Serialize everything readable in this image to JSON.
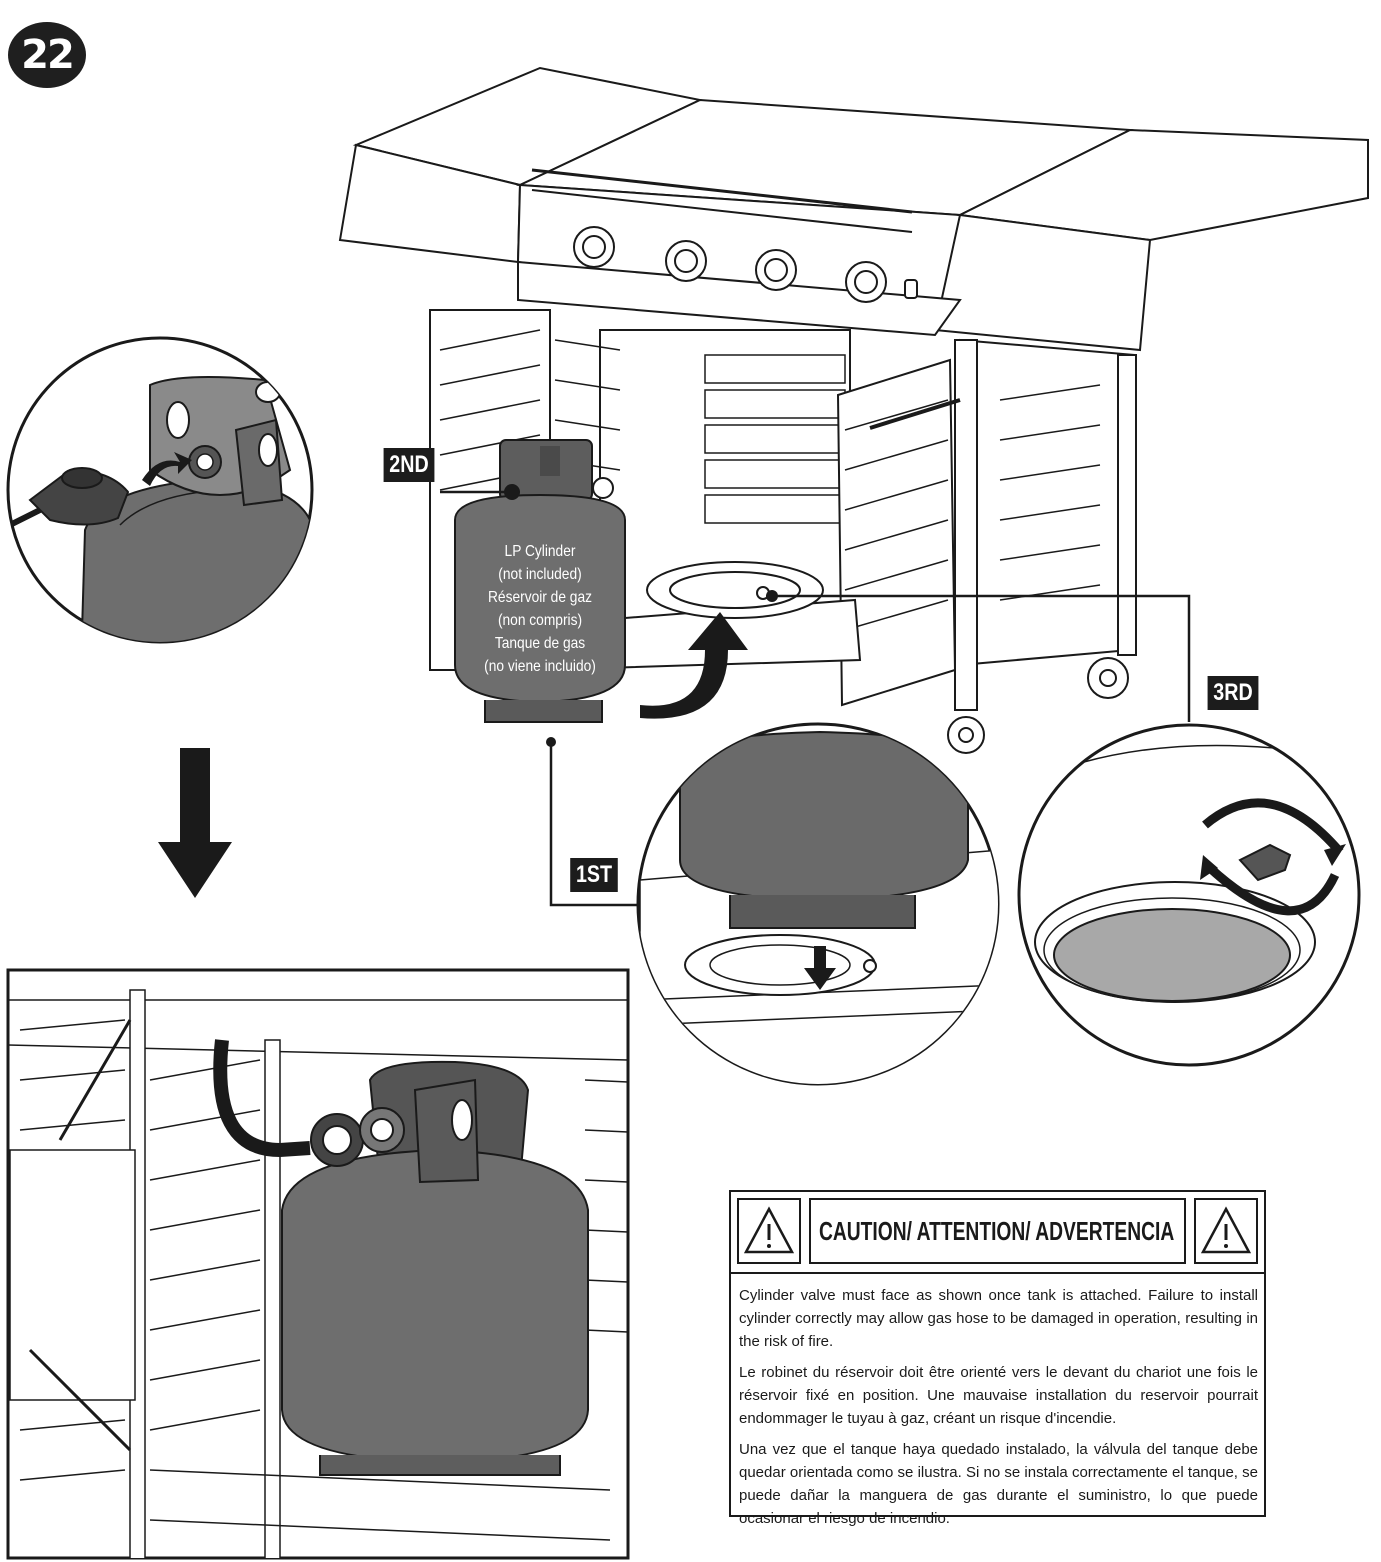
{
  "step": {
    "number": "22"
  },
  "labels": {
    "first": "1ST",
    "second": "2ND",
    "third": "3RD"
  },
  "cylinder": {
    "lines": [
      "LP Cylinder",
      "(not included)",
      "Réservoir de gaz",
      "(non compris)",
      "Tanque de gas",
      "(no viene incluido)"
    ]
  },
  "caution": {
    "title": "CAUTION/ ATTENTION/ ADVERTENCIA",
    "paragraphs": [
      "Cylinder valve must face as shown once tank is attached. Failure to install cylinder correctly may allow gas hose to be damaged in operation, resulting in the risk of fire.",
      "Le robinet du réservoir doit être orienté vers le devant du chariot une fois le réservoir fixé en position. Une mauvaise installation du reservoir pourrait endommager le tuyau à gaz, créant un risque d'incendie.",
      "Una vez que el tanque haya quedado instalado, la válvula del tanque debe quedar orientada como se ilustra. Si no se instala correctamente el tanque, se puede dañar la manguera de gas durante el suministro, lo que puede ocasionar el riesgo de incendio."
    ]
  },
  "colors": {
    "tank": "#6e6e6e",
    "tank_dark": "#5a5a5a",
    "line": "#1a1a1a",
    "label_bg": "#1c1c1c"
  }
}
